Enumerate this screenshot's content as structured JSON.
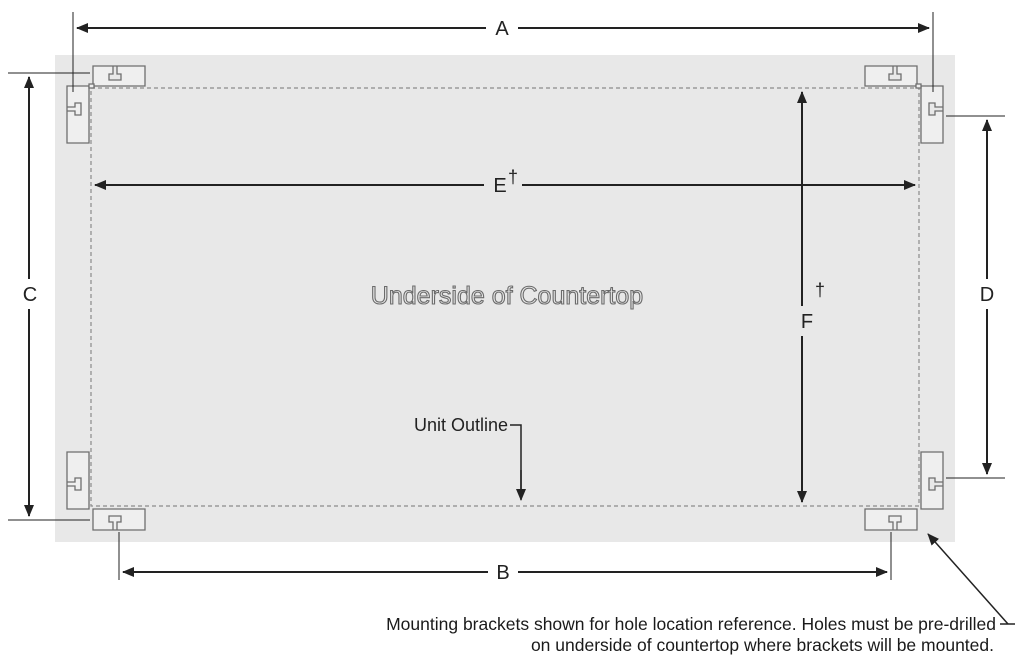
{
  "labels": {
    "dim_a": "A",
    "dim_b": "B",
    "dim_c": "C",
    "dim_d": "D",
    "dim_e": "E",
    "dim_f": "F",
    "dagger": "†",
    "center": "Underside of Countertop",
    "unit_outline": "Unit Outline",
    "note_line1": "Mounting brackets shown for hole location reference. Holes must be pre-drilled",
    "note_line2": "on underside of countertop where brackets will be mounted."
  },
  "colors": {
    "countertop_fill": "#e8e8e8",
    "line": "#222222",
    "outline": "#8a8a8a",
    "bracket_stroke": "#6e6e6e"
  }
}
